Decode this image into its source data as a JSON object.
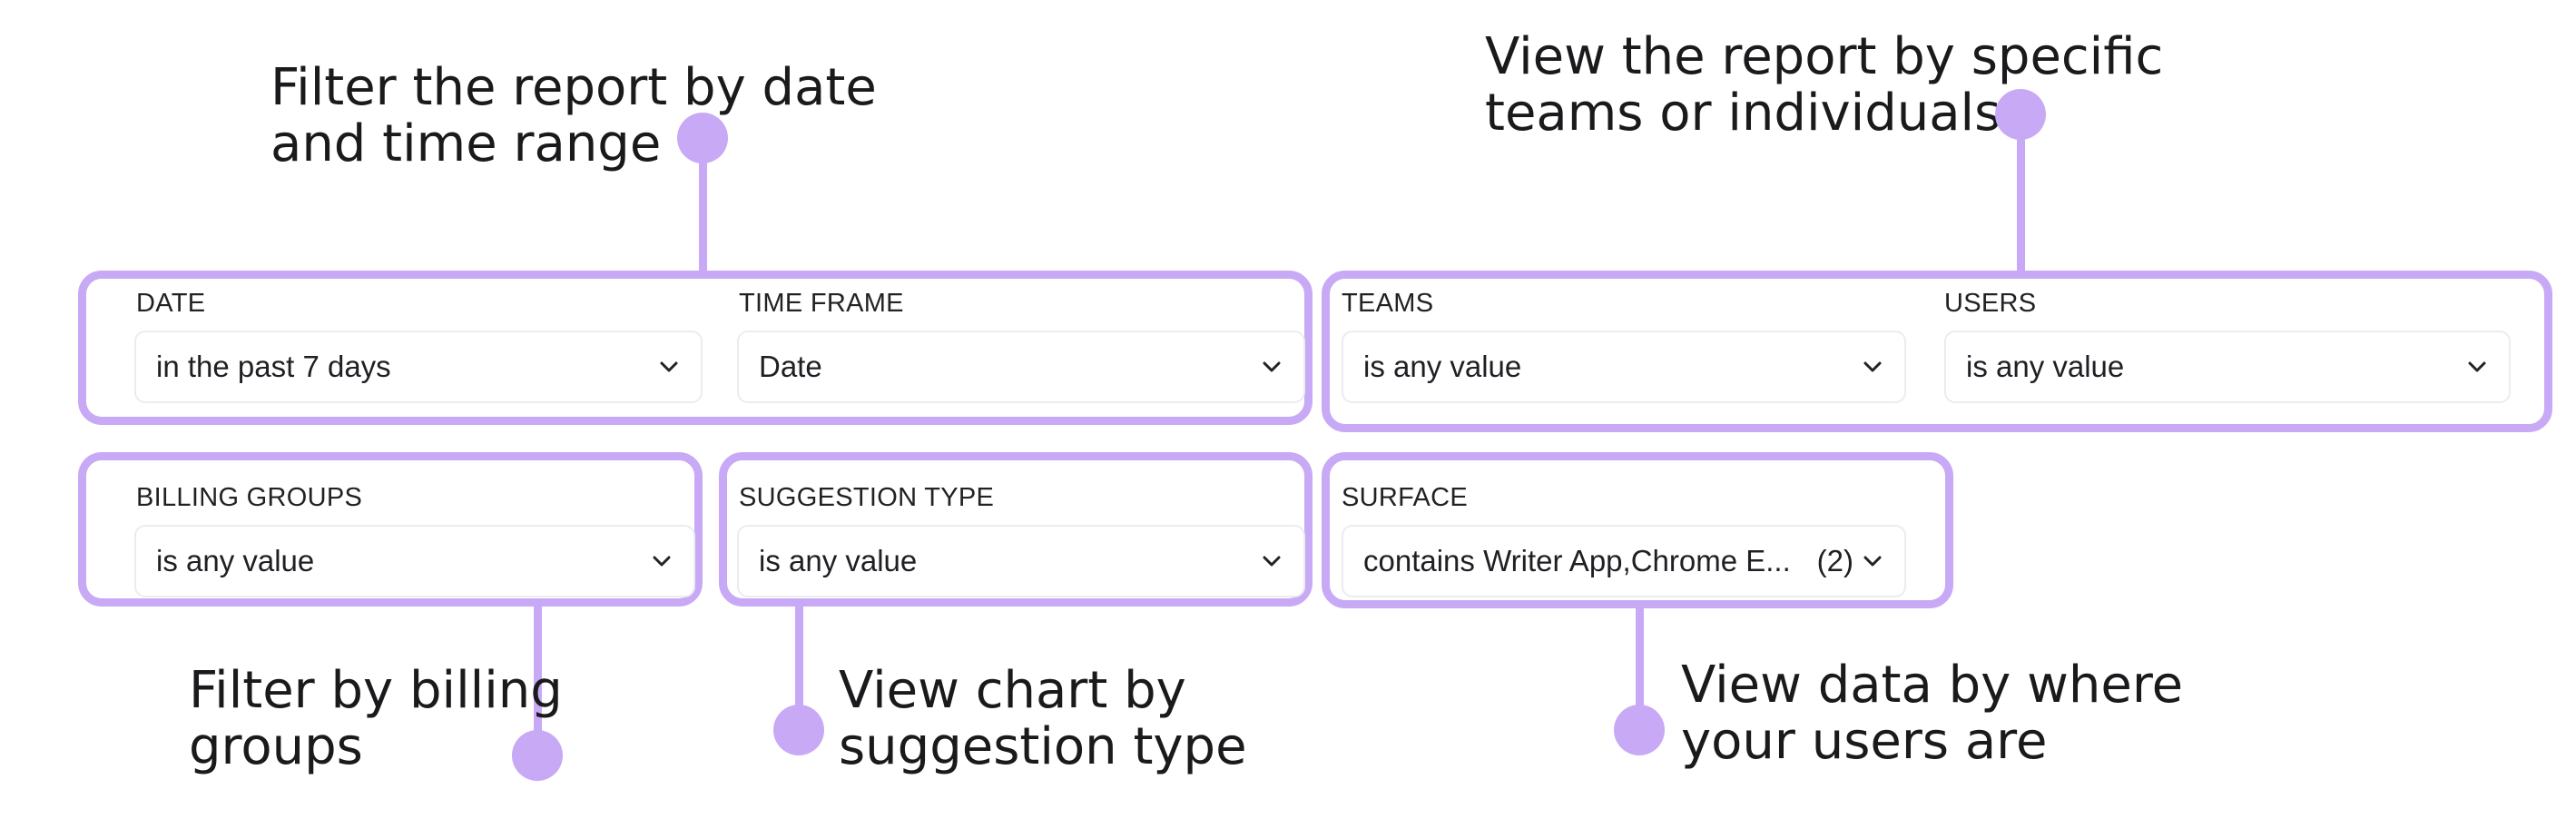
{
  "colors": {
    "accent": "#c8a9f5",
    "text": "#1c1c1f",
    "field_border": "#ececef"
  },
  "filters": {
    "date": {
      "label": "DATE",
      "value": "in the past 7 days",
      "icon": "chevron-down-icon"
    },
    "time_frame": {
      "label": "TIME FRAME",
      "value": "Date",
      "icon": "chevron-down-icon"
    },
    "teams": {
      "label": "TEAMS",
      "value": "is any value",
      "icon": "chevron-down-icon"
    },
    "users": {
      "label": "USERS",
      "value": "is any value",
      "icon": "chevron-down-icon"
    },
    "billing_groups": {
      "label": "BILLING GROUPS",
      "value": "is any value",
      "icon": "chevron-down-icon"
    },
    "suggestion_type": {
      "label": "SUGGESTION TYPE",
      "value": "is any value",
      "icon": "chevron-down-icon"
    },
    "surface": {
      "label": "SURFACE",
      "value": "contains Writer App,Chrome E...",
      "count": "(2)",
      "icon": "chevron-down-icon"
    }
  },
  "annotations": {
    "date_time": {
      "line1": "Filter the report by date",
      "line2": "and time range"
    },
    "teams_users": {
      "line1": "View the report by specific",
      "line2": "teams or individuals"
    },
    "billing": {
      "line1": "Filter by billing",
      "line2": "groups"
    },
    "suggestion": {
      "line1": "View chart by",
      "line2": "suggestion type"
    },
    "surface": {
      "line1": "View data by where",
      "line2": "your users are"
    }
  }
}
